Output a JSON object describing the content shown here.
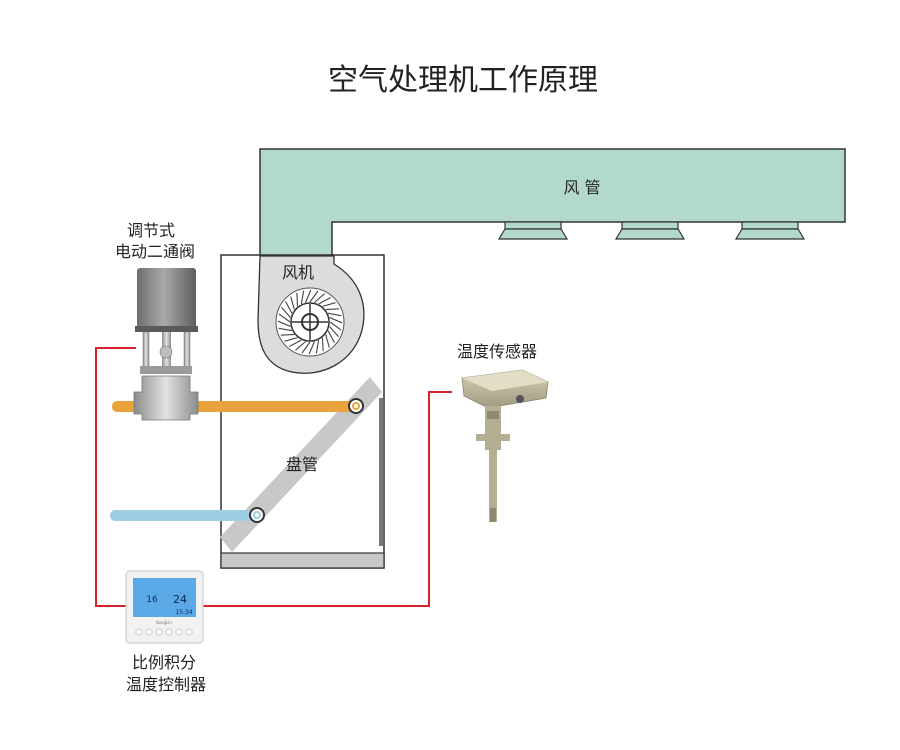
{
  "title": "空气处理机工作原理",
  "labels": {
    "duct": "风 管",
    "fan": "风机",
    "coil": "盘管",
    "valve_line1": "调节式",
    "valve_line2": "电动二通阀",
    "sensor": "温度传感器",
    "controller_line1": "比例积分",
    "controller_line2": "温度控制器"
  },
  "controller_display": {
    "set_temp": "16",
    "room_temp": "24",
    "clock": "15:34",
    "brand": "KongLin"
  },
  "colors": {
    "duct_fill": "#b3d9ca",
    "hot_pipe": "#e8a33c",
    "cold_pipe": "#9fcde4",
    "signal_wire": "#d9232b",
    "unit_base": "#c8c8c8",
    "lcd": "#5aa9e6"
  }
}
